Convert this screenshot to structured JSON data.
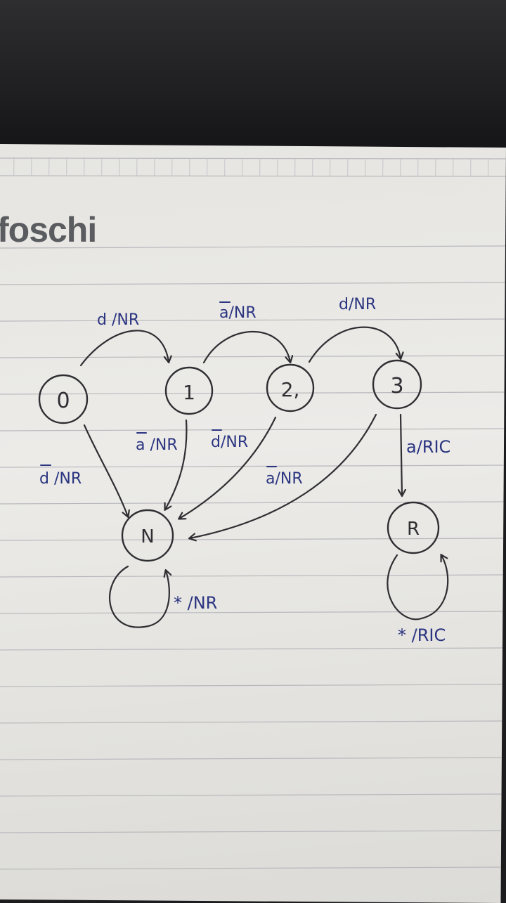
{
  "brand": {
    "text": "foschi"
  },
  "colors": {
    "ink_pencil": "#2f2f33",
    "ink_blue": "#2b3580"
  },
  "diagram": {
    "states": [
      {
        "id": "s0",
        "label": "0"
      },
      {
        "id": "s1",
        "label": "1"
      },
      {
        "id": "s2",
        "label": "2,"
      },
      {
        "id": "s3",
        "label": "3"
      },
      {
        "id": "sN",
        "label": "N"
      },
      {
        "id": "sR",
        "label": "R"
      }
    ],
    "transitions": [
      {
        "id": "t01",
        "from": "0",
        "to": "1",
        "label": "d /NR"
      },
      {
        "id": "t12",
        "from": "1",
        "to": "2",
        "label": "a/NR"
      },
      {
        "id": "t23",
        "from": "2",
        "to": "3",
        "label": "d/NR"
      },
      {
        "id": "t0N",
        "from": "0",
        "to": "N",
        "label": "d /NR"
      },
      {
        "id": "t1N",
        "from": "1",
        "to": "N",
        "label": "a /NR"
      },
      {
        "id": "t2N",
        "from": "2",
        "to": "N",
        "label": "d/NR"
      },
      {
        "id": "t3N",
        "from": "3",
        "to": "N",
        "label": "a/NR"
      },
      {
        "id": "t3R",
        "from": "3",
        "to": "R",
        "label": "a/RIC"
      },
      {
        "id": "tNN",
        "from": "N",
        "to": "N",
        "label": "* /NR"
      },
      {
        "id": "tRR",
        "from": "R",
        "to": "R",
        "label": "* /RIC"
      }
    ]
  }
}
